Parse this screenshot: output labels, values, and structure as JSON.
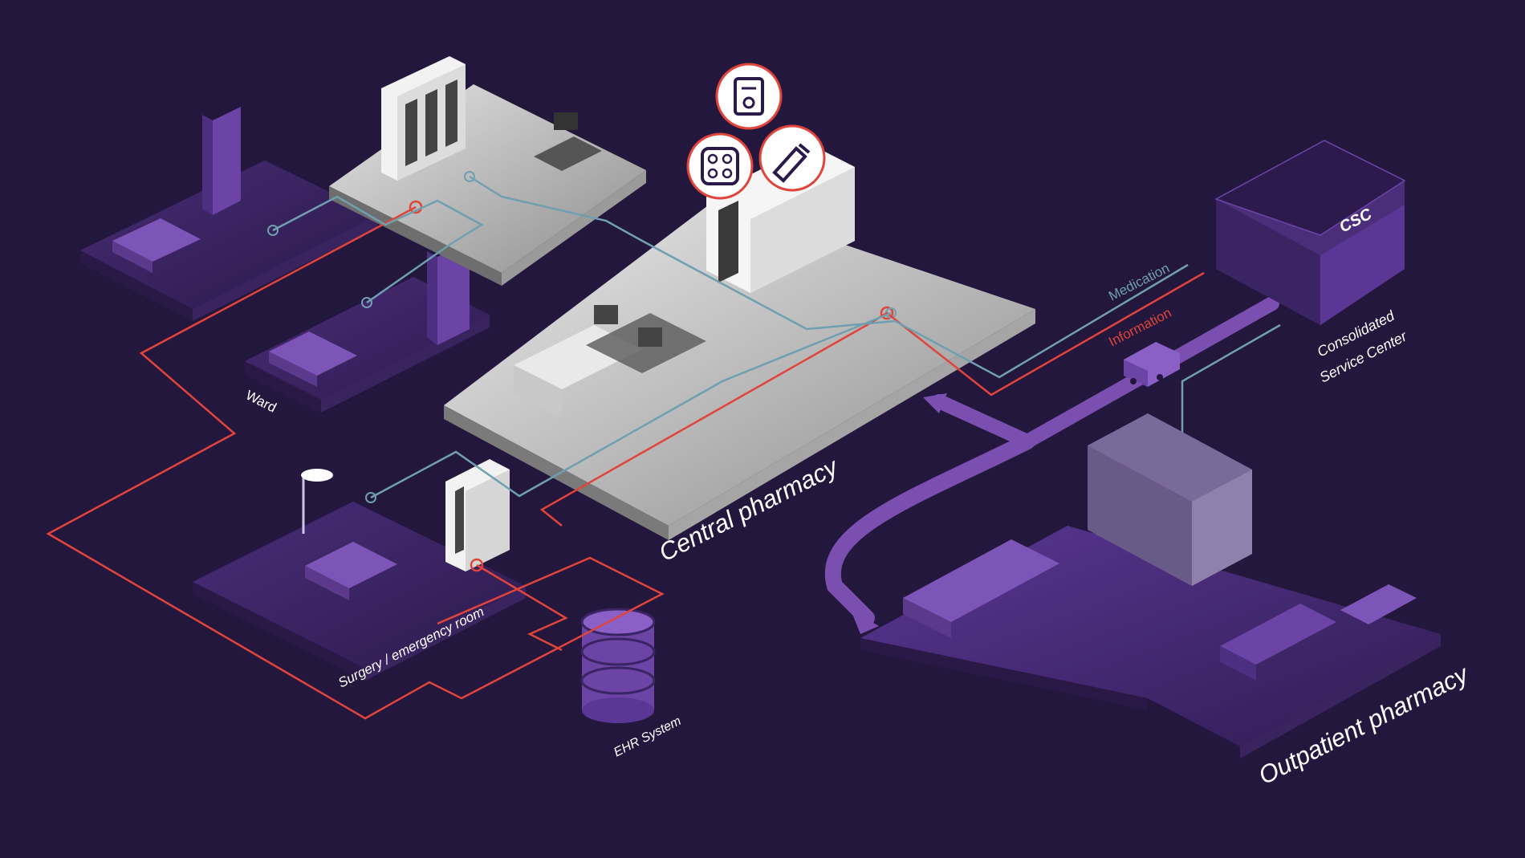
{
  "labels": {
    "ward": "Ward",
    "central_pharmacy": "Central pharmacy",
    "surgery": "Surgery / emergency room",
    "ehr": "EHR System",
    "csc_box": "CSC",
    "csc_line1": "Consolidated",
    "csc_line2": "Service Center",
    "outpatient": "Outpatient pharmacy"
  },
  "legend": {
    "medication": "Medication",
    "information": "Information"
  },
  "colors": {
    "background": "#24173d",
    "medication_line": "#6f9fb0",
    "information_line": "#e0443b",
    "platform_purple": "#3b2463",
    "platform_light": "#d8d8d8",
    "accent_purple": "#7a4fb0",
    "icon_badge_border": "#e0443b"
  },
  "icons": [
    "prescription-document-icon",
    "pill-blister-icon",
    "ointment-tube-icon"
  ]
}
